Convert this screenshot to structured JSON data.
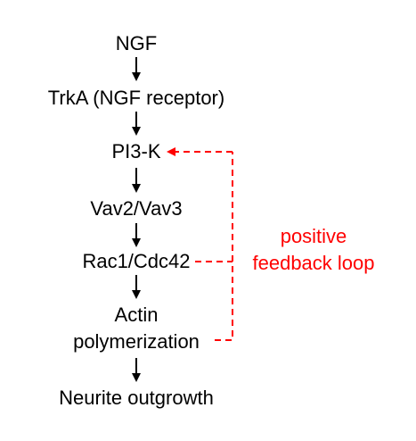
{
  "nodes": {
    "ngf": "NGF",
    "trka": "TrkA (NGF receptor)",
    "pi3k": "PI3-K",
    "vav": "Vav2/Vav3",
    "rac": "Rac1/Cdc42",
    "actin_line1": "Actin",
    "actin_line2": "polymerization",
    "neurite": "Neurite outgrowth"
  },
  "feedback": {
    "line1": "positive",
    "line2": "feedback loop"
  },
  "colors": {
    "main_arrow": "#000000",
    "feedback": "#ff0000"
  }
}
